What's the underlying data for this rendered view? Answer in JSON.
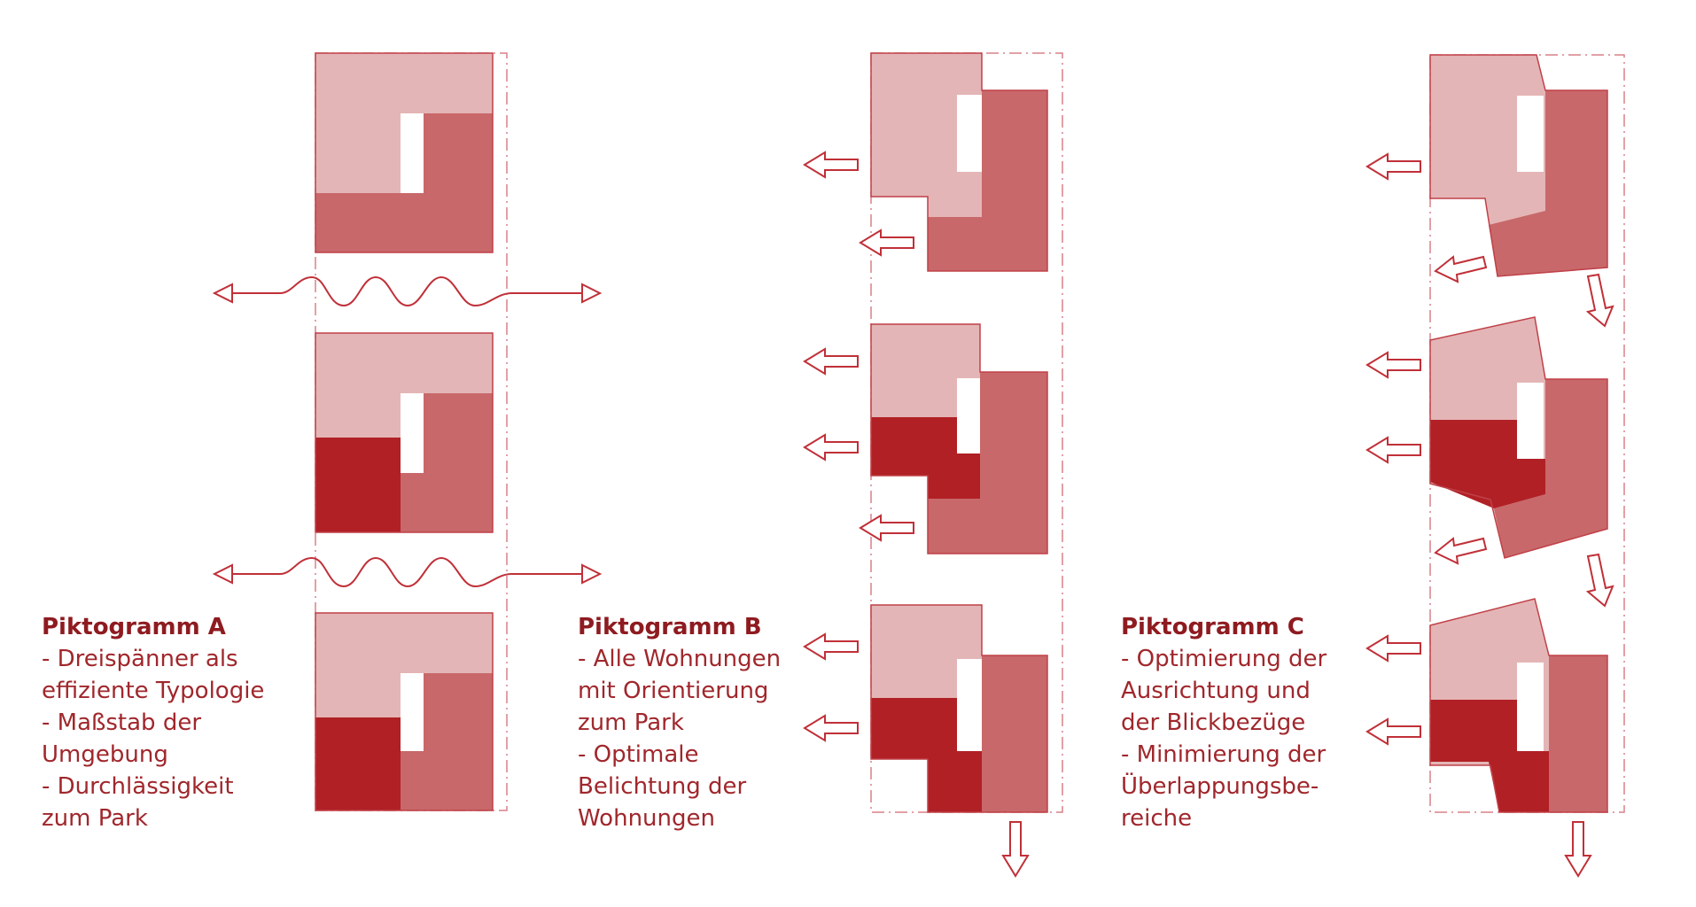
{
  "colors": {
    "light": "#e4b5b6",
    "medium": "#c8686a",
    "dark": "#b02025",
    "stroke": "#c04048",
    "arrow": "#c03038",
    "text": "#9b2226"
  },
  "pictograms": [
    {
      "id": "A",
      "title": "Piktogramm A",
      "lines": [
        "- Dreispänner als",
        "effiziente Typologie",
        "- Maßstab der",
        "Umgebung",
        "- Durchlässigkeit",
        "zum Park"
      ]
    },
    {
      "id": "B",
      "title": "Piktogramm B",
      "lines": [
        "- Alle Wohnungen",
        "mit Orientierung",
        "zum Park",
        "- Optimale",
        "Belichtung der",
        "Wohnungen"
      ]
    },
    {
      "id": "C",
      "title": "Piktogramm C",
      "lines": [
        "- Optimierung der",
        "Ausrichtung und",
        "der Blickbezüge",
        "- Minimierung der",
        "Überlappungsbe-",
        "reiche"
      ]
    }
  ]
}
